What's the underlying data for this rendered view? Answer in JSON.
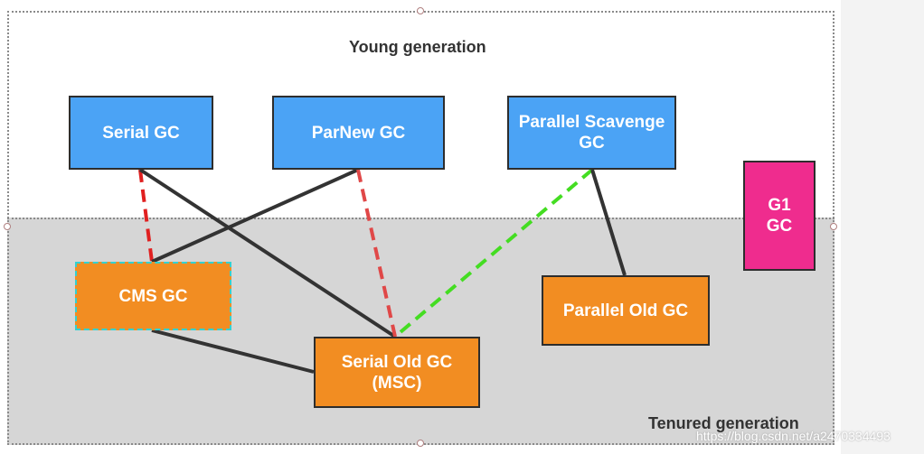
{
  "diagram": {
    "regions": {
      "young": "Young generation",
      "tenured": "Tenured generation"
    },
    "collectors": {
      "serial": "Serial GC",
      "parnew": "ParNew GC",
      "parallel_scavenge": "Parallel Scavenge\nGC",
      "cms": "CMS GC",
      "serial_old": "Serial Old GC\n(MSC)",
      "parallel_old": "Parallel Old GC",
      "g1": "G1\nGC"
    },
    "connections": [
      {
        "from": "serial",
        "to": "cms",
        "style": "dashed",
        "color": "#e02020"
      },
      {
        "from": "serial",
        "to": "serial_old",
        "style": "solid",
        "color": "#333333"
      },
      {
        "from": "parnew",
        "to": "cms",
        "style": "solid",
        "color": "#333333"
      },
      {
        "from": "parnew",
        "to": "serial_old",
        "style": "dashed",
        "color": "#e04848"
      },
      {
        "from": "parallel_scavenge",
        "to": "serial_old",
        "style": "dashed",
        "color": "#44dd22"
      },
      {
        "from": "parallel_scavenge",
        "to": "parallel_old",
        "style": "solid",
        "color": "#333333"
      },
      {
        "from": "cms",
        "to": "serial_old",
        "style": "solid",
        "color": "#333333"
      }
    ],
    "colors": {
      "young_box": "#4ba3f5",
      "tenured_box": "#f28d22",
      "g1_box": "#ef2c8e",
      "tenured_background": "#d6d6d6"
    }
  },
  "watermark": "https://blog.csdn.net/a2470334493"
}
